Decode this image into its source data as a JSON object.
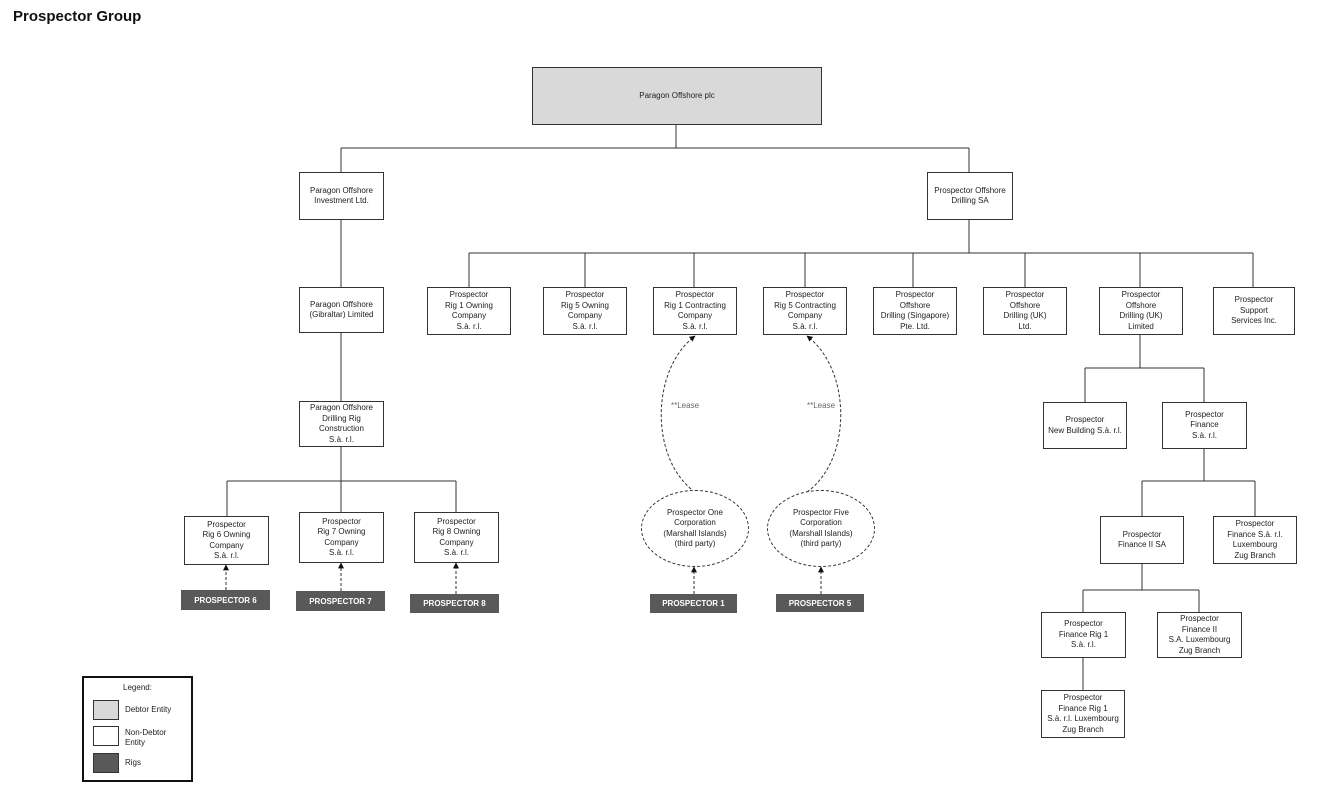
{
  "title": "Prospector Group",
  "colors": {
    "debtor": "#d9d9d9",
    "non_debtor": "#ffffff",
    "rig": "#595959",
    "line": "#333333"
  },
  "entities": {
    "paragon_plc": "Paragon Offshore plc",
    "paragon_investment": "Paragon Offshore\nInvestment Ltd.",
    "prospector_sa": "Prospector Offshore\nDrilling SA",
    "paragon_gibraltar": "Paragon Offshore\n(Gibraltar) Limited",
    "paragon_construction": "Paragon Offshore\nDrilling Rig\nConstruction\nS.à. r.l.",
    "rig6_owning": "Prospector\nRig 6 Owning\nCompany\nS.à. r.l.",
    "rig7_owning": "Prospector\nRig 7 Owning\nCompany\nS.à. r.l.",
    "rig8_owning": "Prospector\nRig 8 Owning\nCompany\nS.à. r.l.",
    "rig1_owning": "Prospector\nRig 1 Owning\nCompany\nS.à. r.l.",
    "rig5_owning": "Prospector\nRig 5 Owning\nCompany\nS.à. r.l.",
    "rig1_contracting": "Prospector\nRig 1 Contracting\nCompany\nS.à. r.l.",
    "rig5_contracting": "Prospector\nRig 5 Contracting\nCompany\nS.à. r.l.",
    "drilling_singapore": "Prospector\nOffshore\nDrilling (Singapore)\nPte. Ltd.",
    "drilling_uk_ltd": "Prospector\nOffshore\nDrilling (UK)\nLtd.",
    "drilling_uk_limited": "Prospector\nOffshore\nDrilling (UK)\nLimited",
    "support_services": "Prospector\nSupport\nServices Inc.",
    "new_building": "Prospector\nNew Building S.à. r.l.",
    "finance": "Prospector\nFinance\nS.à. r.l.",
    "finance_ii_sa": "Prospector\nFinance II SA",
    "finance_lux_zug": "Prospector\nFinance S.à. r.l.\nLuxembourg\nZug Branch",
    "finance_rig1": "Prospector\nFinance Rig 1\nS.à. r.l.",
    "finance_ii_lux_zug": "Prospector\nFinance II\nS.A. Luxembourg\nZug Branch",
    "finance_rig1_lux_zug": "Prospector\nFinance Rig 1\nS.à. r.l. Luxembourg\nZug Branch",
    "prospector_one_corp": "Prospector One\nCorporation\n(Marshall Islands)\n(third party)",
    "prospector_five_corp": "Prospector Five\nCorporation\n(Marshall Islands)\n(third party)"
  },
  "rigs": {
    "rig6": "PROSPECTOR 6",
    "rig7": "PROSPECTOR 7",
    "rig8": "PROSPECTOR 8",
    "rig1": "PROSPECTOR 1",
    "rig5": "PROSPECTOR 5"
  },
  "lease_label": "**Lease",
  "legend": {
    "title": "Legend:",
    "debtor": "Debtor Entity",
    "non_debtor": "Non-Debtor\nEntity",
    "rigs": "Rigs"
  }
}
